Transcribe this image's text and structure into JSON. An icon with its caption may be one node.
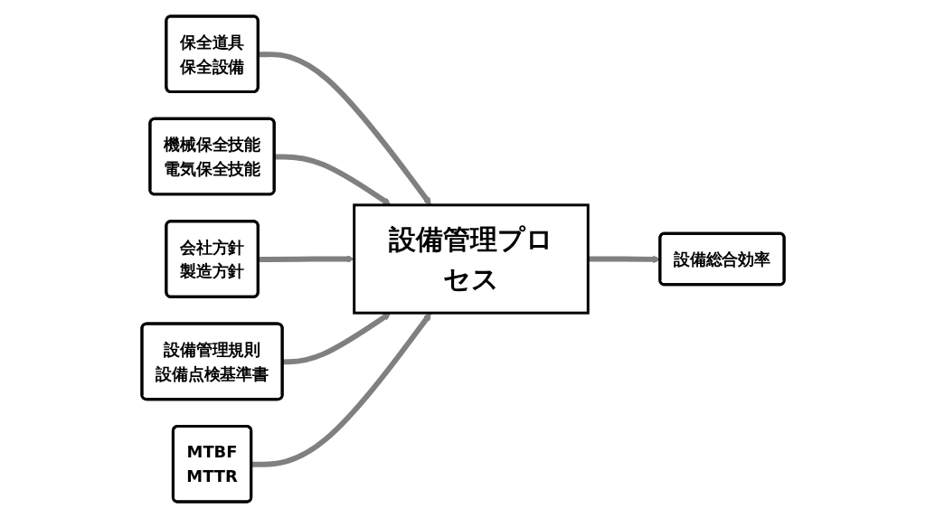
{
  "diagram": {
    "nodes": [
      {
        "text": [
          "保全道具",
          "保全設備"
        ]
      },
      {
        "text": [
          "機械保全技能",
          "電気保全技能"
        ]
      },
      {
        "text": [
          "会社方針",
          "製造方針"
        ]
      },
      {
        "text": [
          "設備管理プロセス"
        ]
      },
      {
        "text": [
          "設備総合効率"
        ]
      },
      {
        "text": [
          "設備管理規則",
          "設備点検基準書"
        ]
      },
      {
        "text": [
          "MTBF",
          "MTTR"
        ]
      }
    ],
    "edges": [
      {
        "from": 0,
        "to": 3,
        "arrow": "to"
      },
      {
        "from": 1,
        "to": 3,
        "arrow": "to"
      },
      {
        "from": 2,
        "to": 3,
        "arrow": "to"
      },
      {
        "from": 3,
        "to": 4,
        "arrow": "to"
      },
      {
        "from": 5,
        "to": 3,
        "arrow": "to"
      },
      {
        "from": 6,
        "to": 3,
        "arrow": "to"
      }
    ]
  }
}
